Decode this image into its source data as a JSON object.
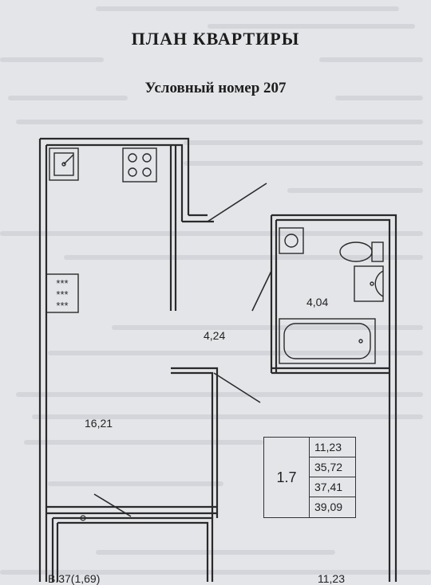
{
  "document": {
    "title": "ПЛАН КВАРТИРЫ",
    "subtitle": "Условный номер 207"
  },
  "rooms": {
    "kitchen_living": "16,21",
    "hall": "4,24",
    "bathroom": "4,04",
    "balcony": "B.37(1,69)",
    "bottom_right": "11,23"
  },
  "area_table": {
    "code": "1.7",
    "values": [
      "11,23",
      "35,72",
      "37,41",
      "39,09"
    ]
  },
  "icons": [
    "sink-icon",
    "stove-icon",
    "radiator-icon",
    "washer-icon",
    "toilet-icon",
    "washbasin-icon",
    "bathtub-icon"
  ],
  "colors": {
    "paper": "#e4e5e8",
    "ink": "#2a2a2a"
  }
}
